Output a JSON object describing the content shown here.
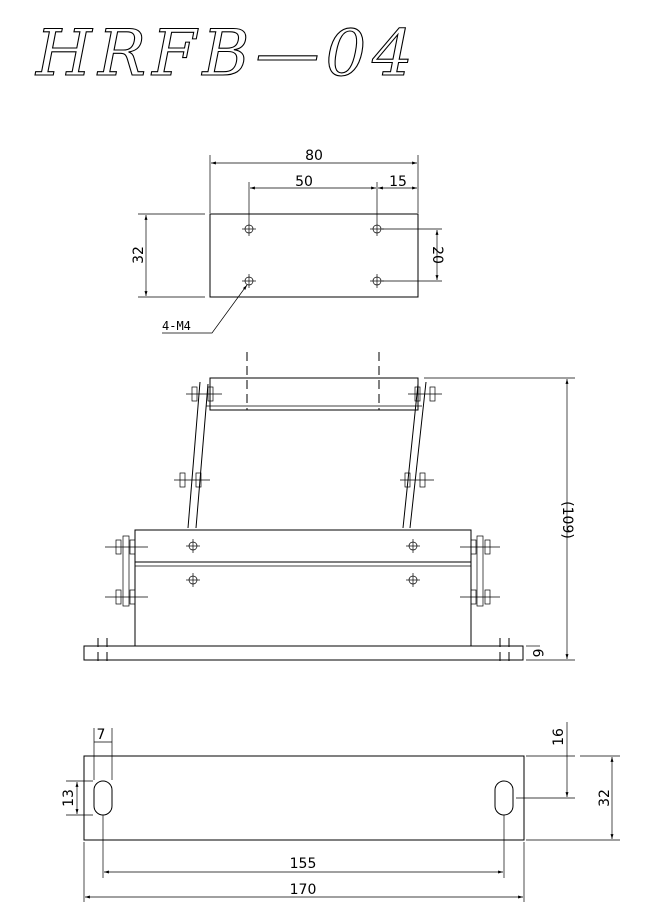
{
  "title": "HRFB—04",
  "top_view": {
    "width": "80",
    "hole_pitch": "50",
    "hole_edge_offset": "15",
    "height": "32",
    "hole_pitch_vertical": "20",
    "hole_note": "4-M4"
  },
  "front_view": {
    "overall_height": "(109)",
    "base_thickness": "6"
  },
  "base_view": {
    "slot_width": "7",
    "slot_length": "13",
    "slot_edge_offset": "16",
    "height": "32",
    "slot_pitch": "155",
    "length": "170"
  }
}
